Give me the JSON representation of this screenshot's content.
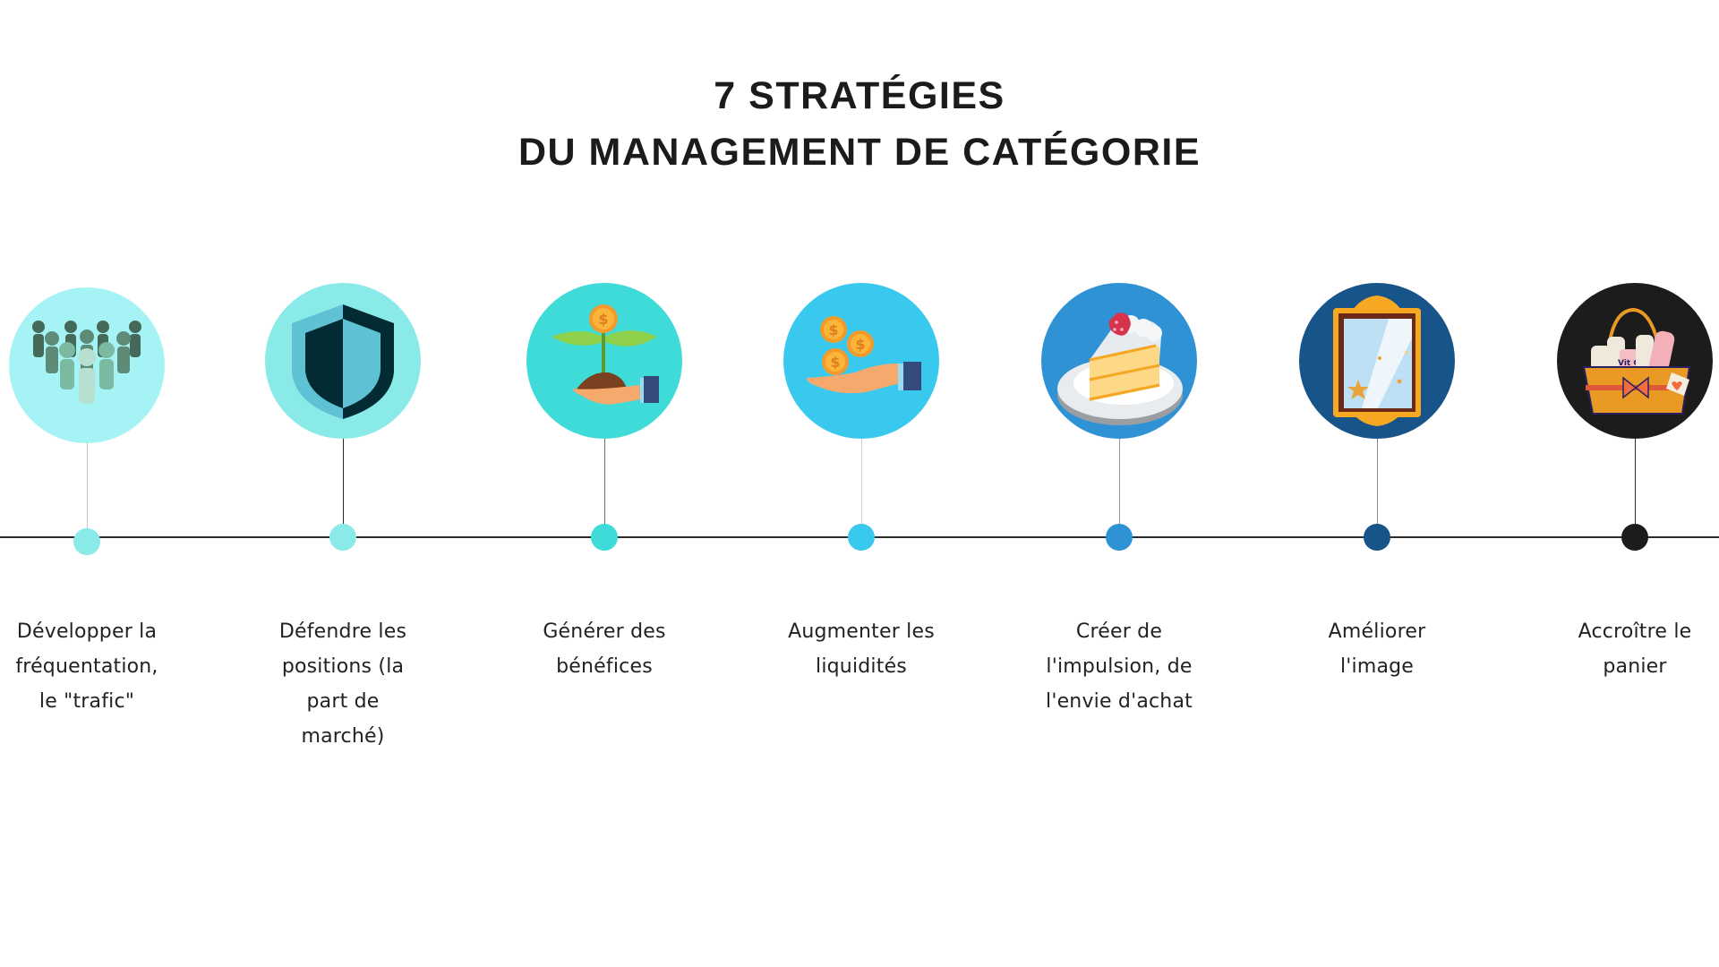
{
  "title": {
    "line1": "7 STRATÉGIES",
    "line2": "DU MANAGEMENT DE CATÉGORIE"
  },
  "timeline": {
    "line_color": "#2b2b2b",
    "steps": [
      {
        "icon": "crowd-icon",
        "circle_color": "#a6f3f5",
        "dot_color": "#8aeae8",
        "connector_color": "#c4c4c4",
        "label_lines": [
          "Développer la",
          "fréquentation,",
          "le \"trafic\""
        ]
      },
      {
        "icon": "shield-icon",
        "circle_color": "#8aeae8",
        "dot_color": "#8aeae8",
        "connector_color": "#2b2b2b",
        "label_lines": [
          "Défendre les",
          "positions (la",
          "part de",
          "marché)"
        ]
      },
      {
        "icon": "money-plant-hand-icon",
        "circle_color": "#3fdbd8",
        "dot_color": "#3fdbd8",
        "connector_color": "#6e6e6e",
        "label_lines": [
          "Générer des",
          "bénéfices"
        ]
      },
      {
        "icon": "coins-hand-icon",
        "circle_color": "#3ac9ee",
        "dot_color": "#3ac9ee",
        "connector_color": "#cfcfcf",
        "label_lines": [
          "Augmenter les",
          "liquidités"
        ]
      },
      {
        "icon": "cake-slice-icon",
        "circle_color": "#2e92d5",
        "dot_color": "#2e92d5",
        "connector_color": "#9a9a9a",
        "label_lines": [
          "Créer de",
          "l'impulsion, de",
          "l'envie d'achat"
        ]
      },
      {
        "icon": "mirror-frame-icon",
        "circle_color": "#16548a",
        "dot_color": "#16548a",
        "connector_color": "#8a8a8a",
        "label_lines": [
          "Améliorer",
          "l'image"
        ]
      },
      {
        "icon": "shopping-basket-icon",
        "circle_color": "#1c1c1c",
        "dot_color": "#1c1c1c",
        "connector_color": "#2b2b2b",
        "label_lines": [
          "Accroître le",
          "panier"
        ]
      }
    ]
  }
}
